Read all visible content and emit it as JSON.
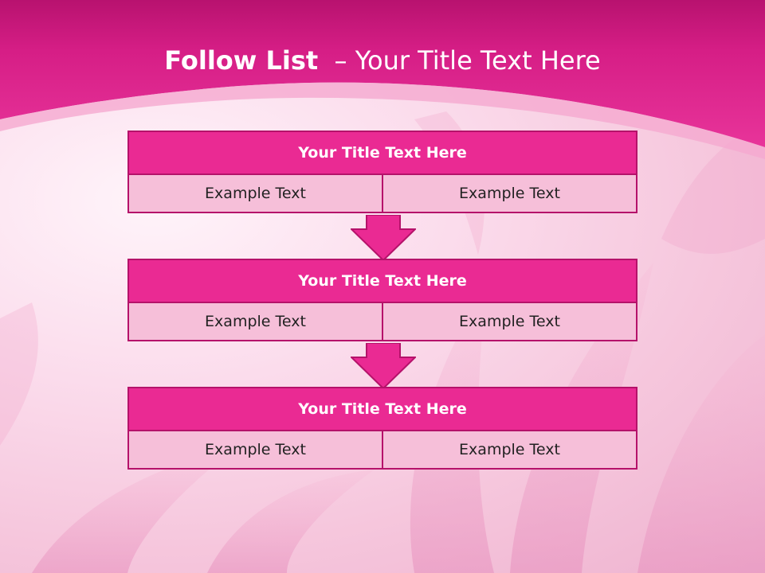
{
  "slide": {
    "title_bold": "Follow List",
    "title_rest": "  – Your Title Text Here",
    "colors": {
      "header": "#ea2a93",
      "cell": "#f6bfd9",
      "border": "#b5126a",
      "band": "#df2a8f"
    },
    "rows": [
      {
        "title": "Your Title Text Here",
        "left": "Example Text",
        "right": "Example Text"
      },
      {
        "title": "Your Title Text Here",
        "left": "Example Text",
        "right": "Example Text"
      },
      {
        "title": "Your Title Text Here",
        "left": "Example Text",
        "right": "Example Text"
      }
    ]
  }
}
